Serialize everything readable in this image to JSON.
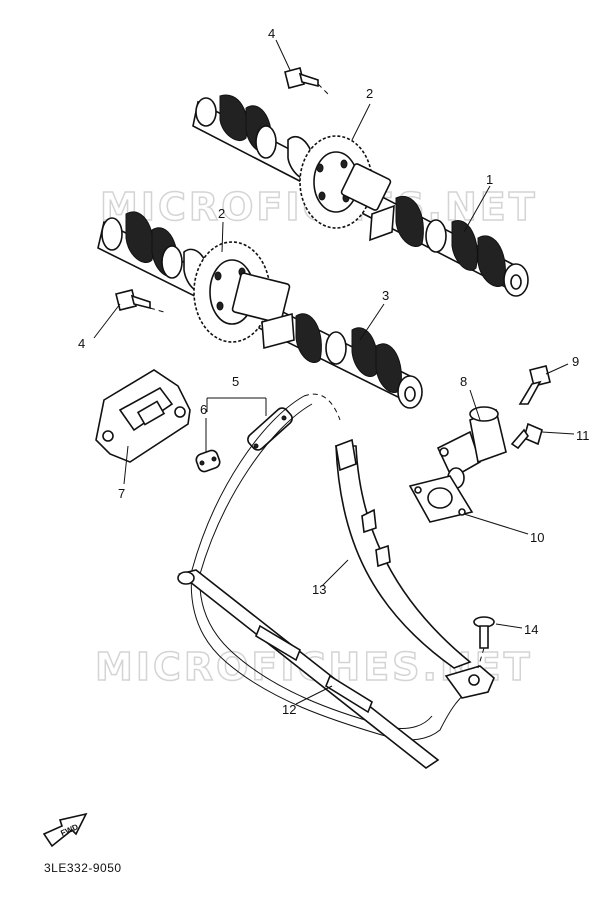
{
  "watermark": {
    "top": "MICROFICHES.NET",
    "bottom": "MICROFICHES.NET"
  },
  "callouts": [
    {
      "id": "callout-1",
      "text": "1"
    },
    {
      "id": "callout-2a",
      "text": "2"
    },
    {
      "id": "callout-2b",
      "text": "2"
    },
    {
      "id": "callout-3",
      "text": "3"
    },
    {
      "id": "callout-4a",
      "text": "4"
    },
    {
      "id": "callout-4b",
      "text": "4"
    },
    {
      "id": "callout-5",
      "text": "5"
    },
    {
      "id": "callout-6",
      "text": "6"
    },
    {
      "id": "callout-7",
      "text": "7"
    },
    {
      "id": "callout-8",
      "text": "8"
    },
    {
      "id": "callout-9",
      "text": "9"
    },
    {
      "id": "callout-10",
      "text": "10"
    },
    {
      "id": "callout-11",
      "text": "11"
    },
    {
      "id": "callout-12",
      "text": "12"
    },
    {
      "id": "callout-13",
      "text": "13"
    },
    {
      "id": "callout-14",
      "text": "14"
    }
  ],
  "forward_arrow": {
    "label": "FWD"
  },
  "diagram_code": "3LE332-9050"
}
